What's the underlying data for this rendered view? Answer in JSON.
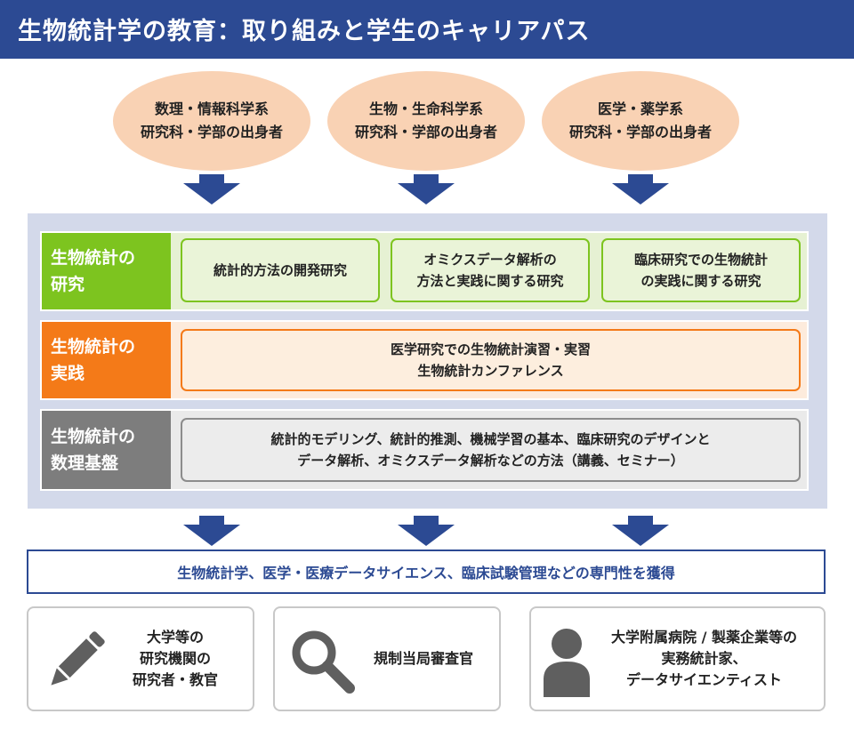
{
  "header": {
    "title": "生物統計学の教育：取り組みと学生のキャリアパス"
  },
  "origins": [
    {
      "line1": "数理・情報科学系",
      "line2": "研究科・学部の出身者"
    },
    {
      "line1": "生物・生命科学系",
      "line2": "研究科・学部の出身者"
    },
    {
      "line1": "医学・薬学系",
      "line2": "研究科・学部の出身者"
    }
  ],
  "research": {
    "label_line1": "生物統計の",
    "label_line2": "研究",
    "items": [
      {
        "line1": "統計的方法の開発研究",
        "line2": ""
      },
      {
        "line1": "オミクスデータ解析の",
        "line2": "方法と実践に関する研究"
      },
      {
        "line1": "臨床研究での生物統計",
        "line2": "の実践に関する研究"
      }
    ]
  },
  "practice": {
    "label_line1": "生物統計の",
    "label_line2": "実践",
    "line1": "医学研究での生物統計演習・実習",
    "line2": "生物統計カンファレンス"
  },
  "foundation": {
    "label_line1": "生物統計の",
    "label_line2": "数理基盤",
    "line1": "統計的モデリング、統計的推測、機械学習の基本、臨床研究のデザインと",
    "line2": "データ解析、オミクスデータ解析などの方法（講義、セミナー）"
  },
  "expertise": "生物統計学、医学・医療データサイエンス、臨床試験管理などの専門性を獲得",
  "careers": [
    {
      "icon": "pencil-icon",
      "line1": "大学等の",
      "line2": "研究機関の",
      "line3": "研究者・教官"
    },
    {
      "icon": "magnifier-icon",
      "line1": "規制当局審査官",
      "line2": "",
      "line3": ""
    },
    {
      "icon": "person-icon",
      "line1": "大学附属病院 / 製薬企業等の",
      "line2": "実務統計家、",
      "line3": "データサイエンティスト"
    }
  ],
  "colors": {
    "header": "#2c4a93",
    "arrow": "#2c4a93",
    "ellipse": "#f9d2b4",
    "research": "#7dc41f",
    "research_bg": "#e6f1d3",
    "practice": "#f47a18",
    "practice_bg": "#fdebdc",
    "foundation": "#7d7d7d",
    "foundation_bg": "#eaeaea",
    "panel": "#d3d9ea",
    "icon": "#5f5f5f"
  }
}
